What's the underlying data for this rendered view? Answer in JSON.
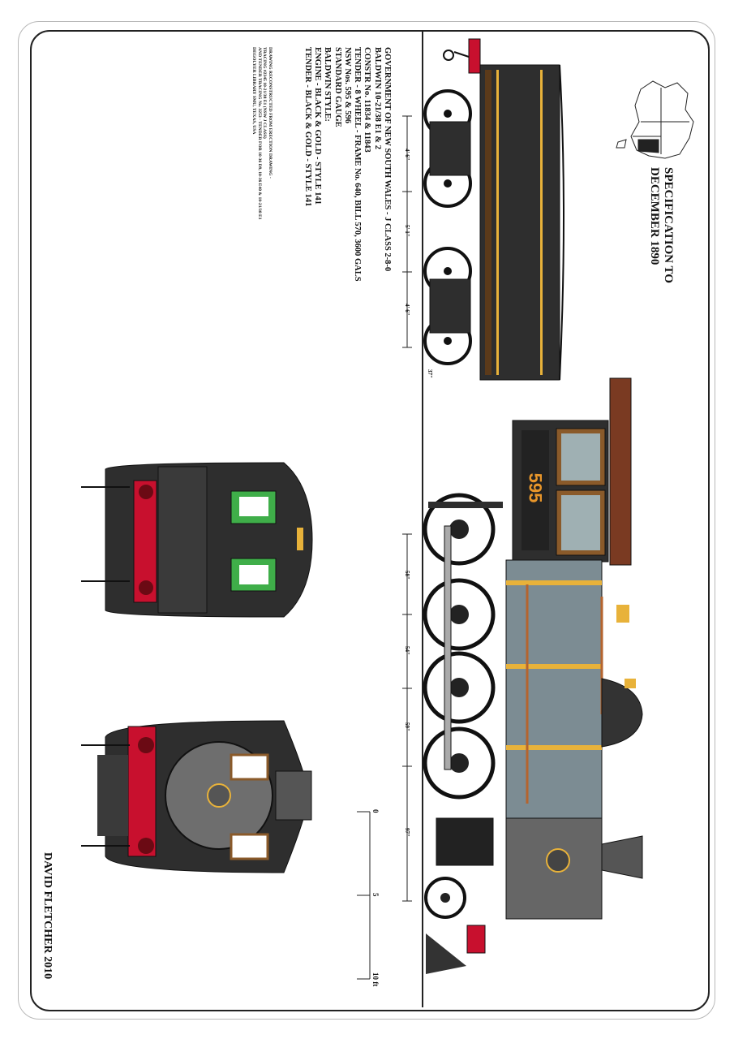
{
  "spec": {
    "title_line1": "SPECIFICATION TO",
    "title_line2": "DECEMBER 1890",
    "lines": [
      "GOVERNMENT OF NEW SOUTH WALES - J CLASS 2-8-0",
      "BALDWIN 10-21/38 E1 & 2",
      "CONSTR No. 11834 & 11843",
      "TENDER - 8 WHEEL - FRAME No. 640, BILL 570, 3600 GALS",
      "NSW Nos. 595 & 596",
      "STANDARD GAUGE",
      "BALDWIN STYLE:",
      "ENGINE - BLACK & GOLD - STYLE 141",
      "TENDER - BLACK & GOLD - STYLE 141"
    ],
    "notes": [
      "DRAWING RECONSTRUCTED FROM ERECTION DRAWING -",
      "TRACING #2345 10-21/38 E1 (NSW J CLASS)",
      "AND TENDER TRACING No. 3253 - TENDER FOR 10-36 D9, 10-36 E40 & 10-21/38 E1",
      "DEGOLYER LIBRARY SMU, TEXAS, USA"
    ]
  },
  "loco": {
    "number": "595"
  },
  "tender_dims": [
    "4' 6\"",
    "5' 1\"",
    "4' 6\"",
    "37\""
  ],
  "engine_dims": [
    "58\"",
    "54\"",
    "59\"",
    "97\""
  ],
  "scale": {
    "labels": [
      "0",
      "5",
      "10 ft"
    ]
  },
  "signature": "DAVID FLETCHER  2010",
  "colors": {
    "boiler": "#7c8c93",
    "black": "#2b2b2b",
    "gold": "#e8b23a",
    "red": "#c8102e",
    "wood": "#7a3a22",
    "green": "#3fae49"
  }
}
